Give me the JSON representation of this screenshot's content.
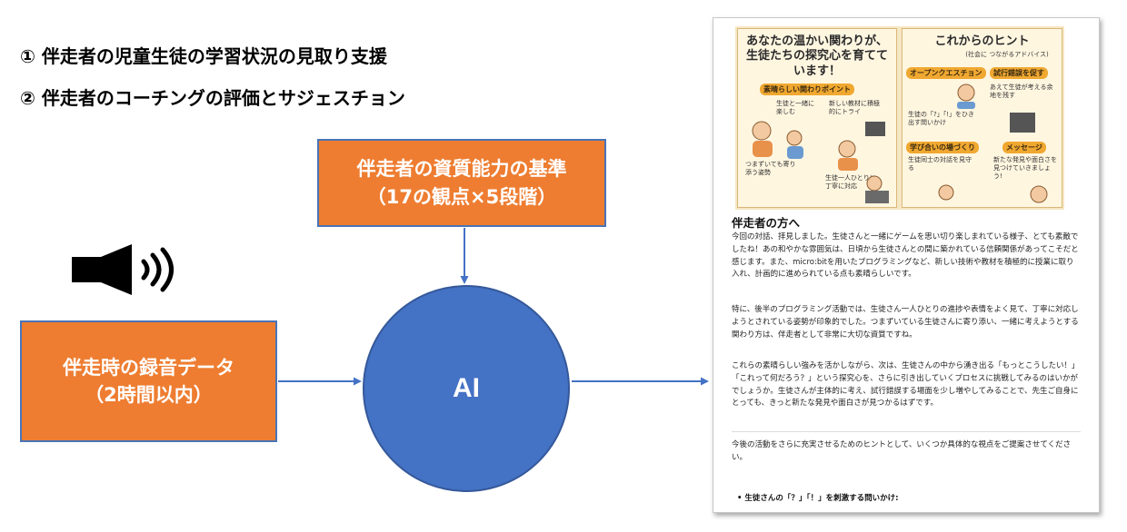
{
  "headings": [
    "① 伴走者の児童生徒の学習状況の見取り支援",
    "② 伴走者のコーチングの評価とサジェスチョン"
  ],
  "criteria_box": {
    "line1": "伴走者の資質能力の基準",
    "line2": "（17の観点×5段階）"
  },
  "audio_box": {
    "line1": "伴走時の録音データ",
    "line2": "（2時間以内）"
  },
  "ai_label": "AI",
  "icons": {
    "speaker": "speaker-sound-icon"
  },
  "colors": {
    "orange": "#ee7d31",
    "blue": "#4472c4",
    "border": "#4a74b5"
  },
  "document": {
    "illustration": {
      "left_title": "あなたの温かい関わりが、生徒たちの探究心を育てています！",
      "left_tag": "素晴らしい関わりポイント",
      "left_notes": [
        "生徒と一緒に楽しむ",
        "新しい教材に積極的にトライ",
        "つまずいても寄り添う姿勢",
        "生徒一人ひとりに丁寧に対応"
      ],
      "right_title": "これからのヒント",
      "right_subtitle": "(社会に つながるアドバイス)",
      "right_tags": [
        "オープンクエスチョン",
        "試行錯誤を促す",
        "学び合いの場づくり",
        "メッセージ"
      ],
      "right_notes": [
        "生徒の「?」「!」をひき出す問いかけ",
        "あえて生徒が考える余地を残す",
        "生徒同士の対話を見守る",
        "新たな発見や面白さを見つけていきましょう!"
      ]
    },
    "heading": "伴走者の方へ",
    "paragraphs": [
      "今回の対話、拝見しました。生徒さんと一緒にゲームを思い切り楽しまれている様子、とても素敵でしたね！あの和やかな雰囲気は、日頃から生徒さんとの間に築かれている信頼関係があってこそだと感じます。また、micro:bitを用いたプログラミングなど、新しい技術や教材を積極的に授業に取り入れ、計画的に進められている点も素晴らしいです。",
      "特に、後半のプログラミング活動では、生徒さん一人ひとりの進捗や表情をよく見て、丁寧に対応しようとされている姿勢が印象的でした。つまずいている生徒さんに寄り添い、一緒に考えようとする関わり方は、伴走者として非常に大切な資質ですね。",
      "これらの素晴らしい強みを活かしながら、次は、生徒さんの中から湧き出る「もっとこうしたい！」「これって何だろう？」という探究心を、さらに引き出していくプロセスに挑戦してみるのはいかがでしょうか。生徒さんが主体的に考え、試行錯誤する場面を少し増やしてみることで、先生ご自身にとっても、きっと新たな発見や面白さが見つかるはずです。",
      "今後の活動をさらに充実させるためのヒントとして、いくつか具体的な視点をご提案させてください。"
    ],
    "bullet": "生徒さんの「？」「！」を刺激する問いかけ:"
  }
}
